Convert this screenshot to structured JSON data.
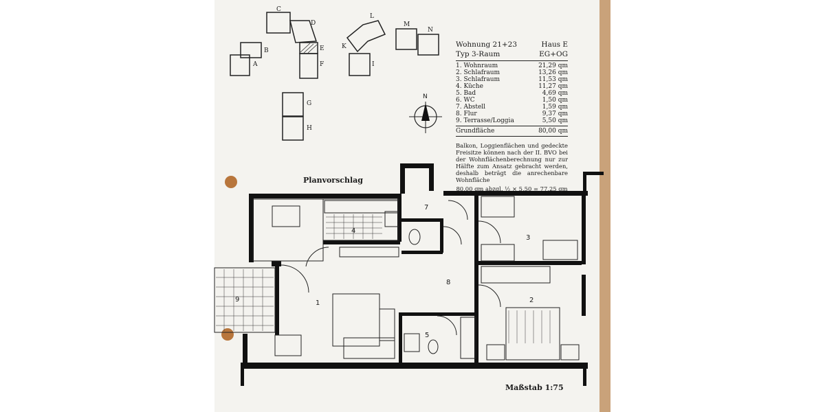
{
  "site_plan": {
    "buildings": [
      "A",
      "B",
      "C",
      "D",
      "E",
      "F",
      "G",
      "H",
      "I",
      "K",
      "L",
      "M",
      "N"
    ],
    "north_label": "N"
  },
  "apartment": {
    "name": "Wohnung 21+23",
    "house": "Haus E",
    "type": "Typ 3-Raum",
    "floors": "EG+OG",
    "rooms": [
      {
        "label": "1. Wohnraum",
        "area": "21,29 qm"
      },
      {
        "label": "2. Schlafraum",
        "area": "13,26 qm"
      },
      {
        "label": "3. Schlafraum",
        "area": "11,53 qm"
      },
      {
        "label": "4. Küche",
        "area": "11,27 qm"
      },
      {
        "label": "5. Bad",
        "area": "4,69 qm"
      },
      {
        "label": "6. WC",
        "area": "1,50 qm"
      },
      {
        "label": "7. Abstell",
        "area": "1,59 qm"
      },
      {
        "label": "8. Flur",
        "area": "9,37 qm"
      },
      {
        "label": "9. Terrasse/Loggia",
        "area": "5,50 qm"
      }
    ],
    "total_label": "Grundfläche",
    "total_area": "80,00 qm",
    "note": "Balkon, Loggienflächen und gedeckte Freisitze können nach der II. BVO bei der Wohnflächenberechnung nur zur Hälfte zum Ansatz gebracht werden, deshalb beträgt die anrechenbare Wohnfläche",
    "calculation": "80,00 qm abzgl. ½ × 5,50 = 77,25 qm"
  },
  "plan": {
    "title": "Planvorschlag",
    "scale": "Maßstab 1:75",
    "room_numbers": [
      "1",
      "2",
      "3",
      "4",
      "5",
      "7",
      "8",
      "9"
    ]
  }
}
